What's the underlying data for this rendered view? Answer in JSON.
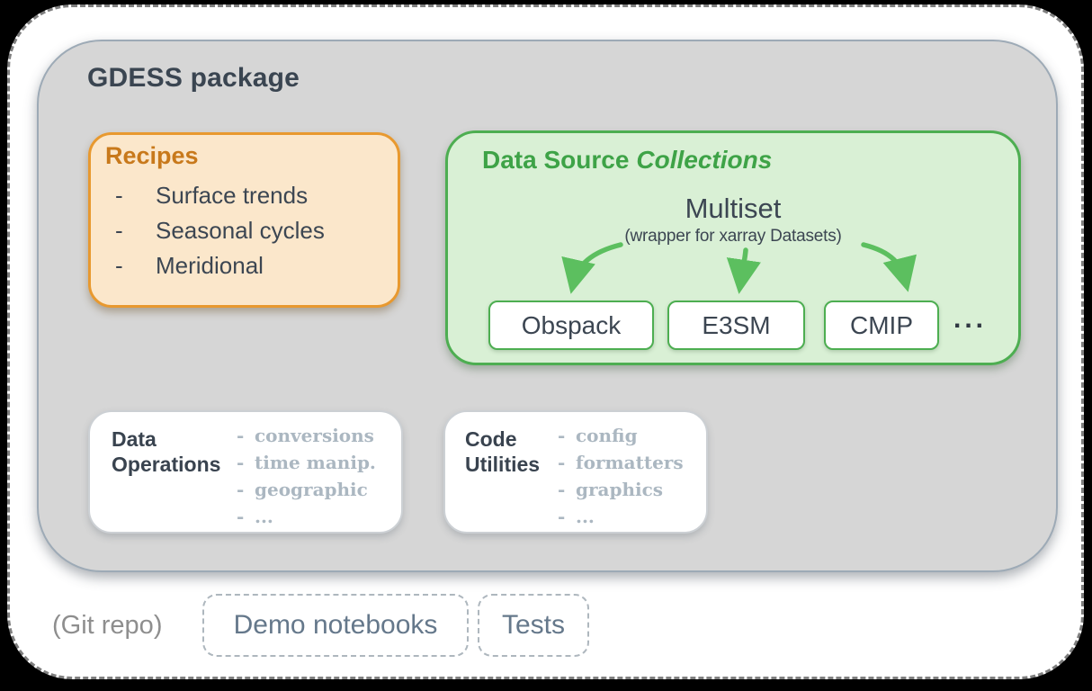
{
  "ui": {
    "bullet": "-"
  },
  "package": {
    "title": "GDESS package"
  },
  "recipes": {
    "title": "Recipes",
    "items": [
      "Surface trends",
      "Seasonal cycles",
      "Meridional"
    ]
  },
  "data_source": {
    "title_main": "Data Source",
    "title_italic": "Collections",
    "multiset_title": "Multiset",
    "multiset_note": "(wrapper for xarray Datasets)",
    "sources": [
      "Obspack",
      "E3SM",
      "CMIP"
    ],
    "more_label": "..."
  },
  "data_operations": {
    "title": "Data Operations",
    "items": [
      "conversions",
      "time manip.",
      "geographic",
      "..."
    ]
  },
  "code_utilities": {
    "title": "Code Utilities",
    "items": [
      "config",
      "formatters",
      "graphics",
      "..."
    ]
  },
  "git_repo": {
    "label": "(Git repo)",
    "demo_label": "Demo notebooks",
    "tests_label": "Tests"
  },
  "colors": {
    "package_fill": "#D6D6D6",
    "recipes_fill": "#FBE7CB",
    "recipes_border": "#E8992F",
    "recipes_title_text": "#C8791B",
    "collections_fill": "#D9F0D5",
    "collections_border": "#4DAE51",
    "collections_title_text": "#3EA347",
    "arrow_green": "#5CBF5F",
    "dark_text": "#3C4652",
    "muted_list_text": "#ABB7C1",
    "git_label_text": "#8E8E8E",
    "dashed_box_text": "#65788B"
  }
}
